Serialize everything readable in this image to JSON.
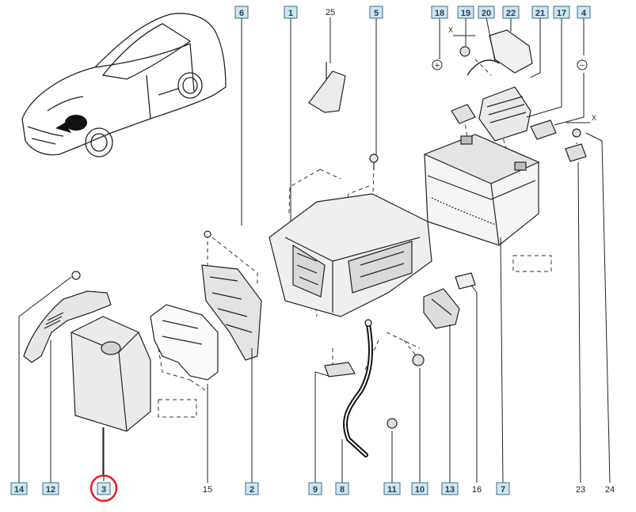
{
  "diagram": {
    "callouts": [
      {
        "id": "c6",
        "label": "6",
        "style": "boxed"
      },
      {
        "id": "c1",
        "label": "1",
        "style": "boxed"
      },
      {
        "id": "c25",
        "label": "25",
        "style": "plain"
      },
      {
        "id": "c5",
        "label": "5",
        "style": "boxed"
      },
      {
        "id": "c18",
        "label": "18",
        "style": "boxed"
      },
      {
        "id": "c19",
        "label": "19",
        "style": "boxed"
      },
      {
        "id": "c20",
        "label": "20",
        "style": "boxed"
      },
      {
        "id": "c22",
        "label": "22",
        "style": "boxed"
      },
      {
        "id": "c21",
        "label": "21",
        "style": "boxed"
      },
      {
        "id": "c17",
        "label": "17",
        "style": "boxed"
      },
      {
        "id": "c4",
        "label": "4",
        "style": "boxed"
      },
      {
        "id": "c14",
        "label": "14",
        "style": "boxed"
      },
      {
        "id": "c12",
        "label": "12",
        "style": "boxed"
      },
      {
        "id": "c3",
        "label": "3",
        "style": "boxed-highlighted"
      },
      {
        "id": "c15",
        "label": "15",
        "style": "plain"
      },
      {
        "id": "c2",
        "label": "2",
        "style": "boxed"
      },
      {
        "id": "c9",
        "label": "9",
        "style": "boxed"
      },
      {
        "id": "c8",
        "label": "8",
        "style": "boxed"
      },
      {
        "id": "c11",
        "label": "11",
        "style": "boxed"
      },
      {
        "id": "c10",
        "label": "10",
        "style": "boxed"
      },
      {
        "id": "c13",
        "label": "13",
        "style": "boxed"
      },
      {
        "id": "c16",
        "label": "16",
        "style": "plain"
      },
      {
        "id": "c7",
        "label": "7",
        "style": "boxed"
      },
      {
        "id": "c23",
        "label": "23",
        "style": "plain"
      },
      {
        "id": "c24",
        "label": "24",
        "style": "plain"
      }
    ],
    "annotations": {
      "x_top": "X",
      "x_right": "X",
      "plus_sign": "+",
      "minus_sign": "−"
    },
    "colors": {
      "callout_box_fill": "#cfe6ef",
      "callout_box_stroke": "#3b6f88",
      "callout_text": "#1d3f57",
      "highlight_ring": "#e0202a",
      "line": "#222222",
      "part_fill": "#f4f4f4",
      "part_shade": "#cfcfcf"
    }
  }
}
